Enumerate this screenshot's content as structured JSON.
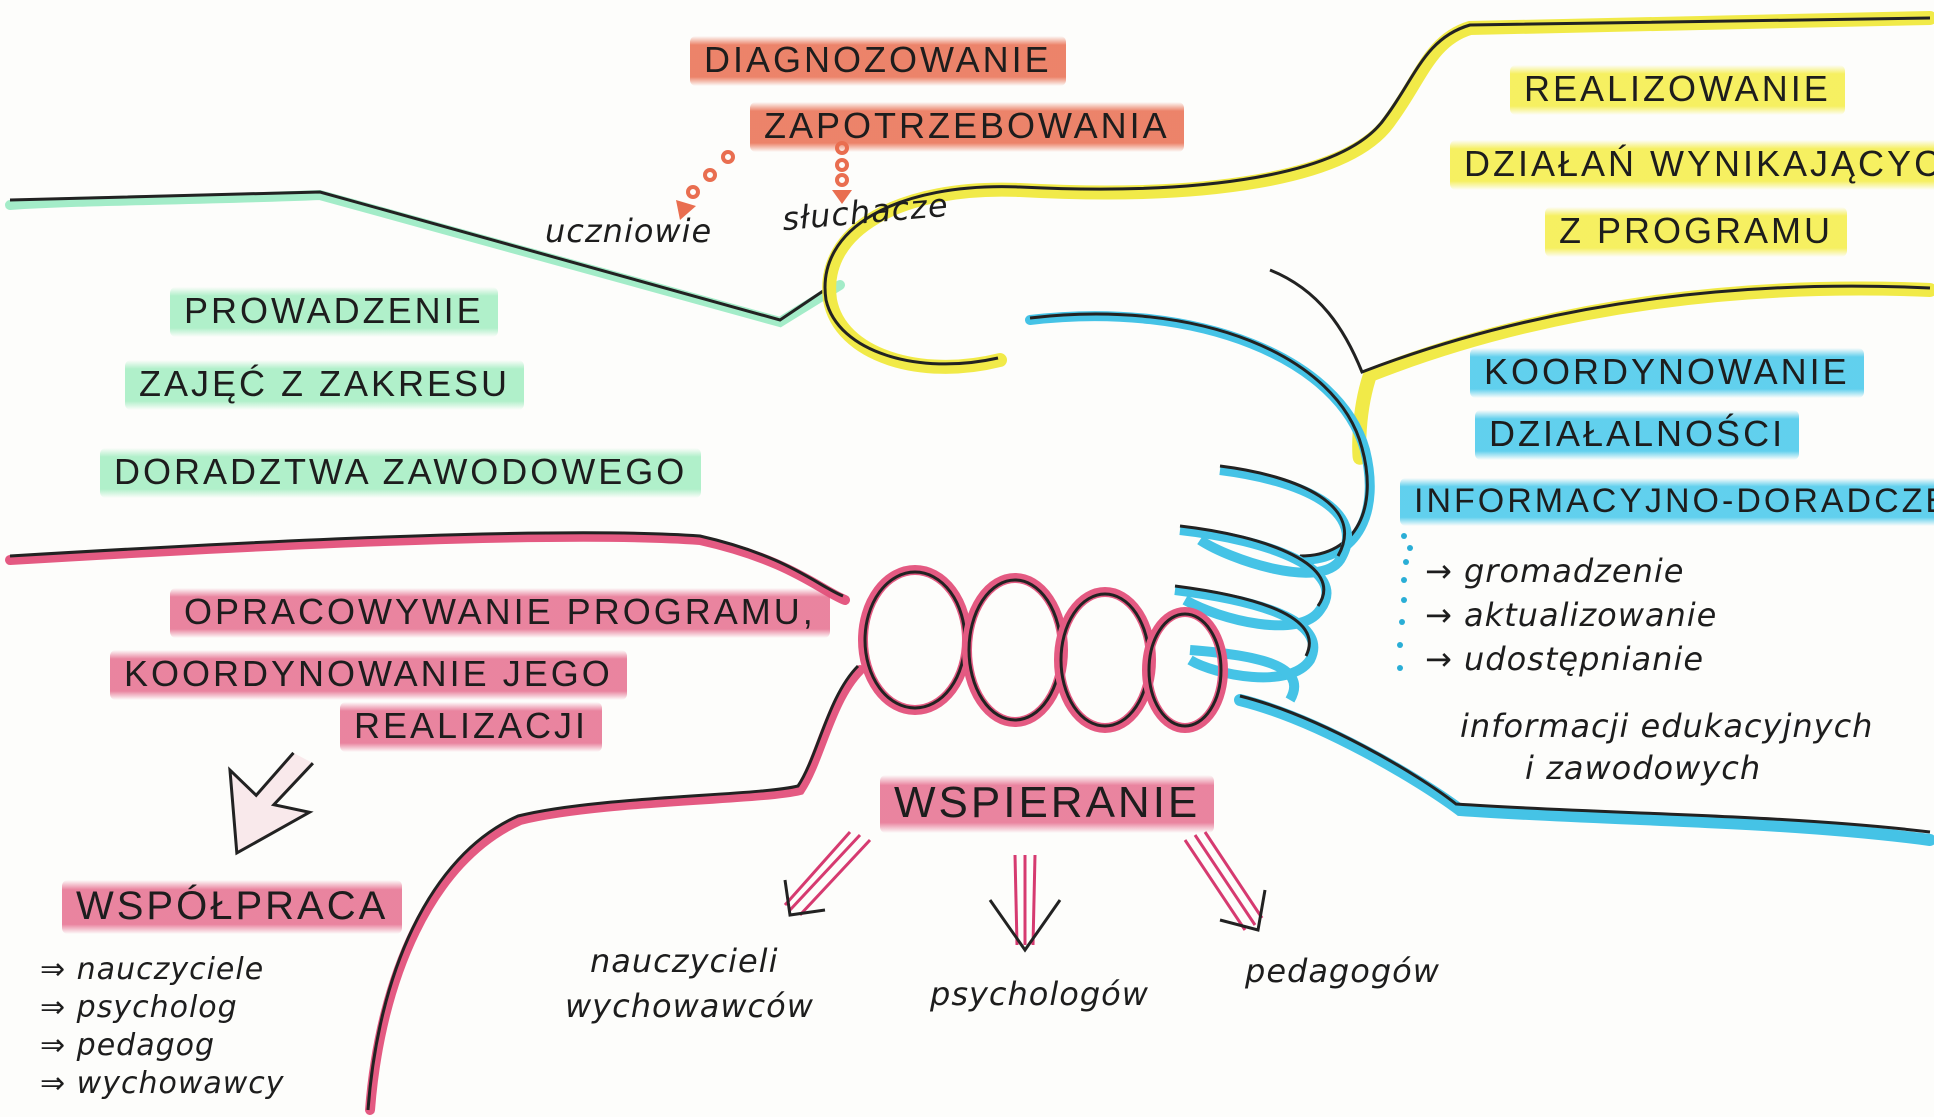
{
  "top": {
    "diag_line1": "DIAGNOZOWANIE",
    "diag_line2": "ZAPOTRZEBOWANIA",
    "target1": "uczniowie",
    "target2": "słuchacze"
  },
  "right_top": {
    "line1": "REALIZOWANIE",
    "line2": "DZIAŁAŃ WYNIKAJĄCYCH",
    "line3": "Z PROGRAMU"
  },
  "left_top": {
    "line1": "PROWADZENIE",
    "line2": "ZAJĘĆ Z ZAKRESU",
    "line3": "DORADZTWA ZAWODOWEGO"
  },
  "right_mid": {
    "line1": "KOORDYNOWANIE",
    "line2": "DZIAŁALNOŚCI",
    "line3": "INFORMACYJNO-DORADCZEJ",
    "items": [
      "→ gromadzenie",
      "→ aktualizowanie",
      "→ udostępnianie"
    ],
    "tail1": "informacji edukacyjnych",
    "tail2": "i zawodowych"
  },
  "left_mid": {
    "line1": "OPRACOWYWANIE PROGRAMU,",
    "line2": "KOORDYNOWANIE JEGO",
    "line3": "REALIZACJI"
  },
  "cooperation": {
    "title": "WSPÓŁPRACA",
    "items": [
      "⇒ nauczyciele",
      "⇒ psycholog",
      "⇒ pedagog",
      "⇒ wychowawcy"
    ]
  },
  "support": {
    "title": "WSPIERANIE",
    "target1_line1": "nauczycieli",
    "target1_line2": "wychowawców",
    "target2": "psychologów",
    "target3": "pedagogów"
  },
  "colors": {
    "ink": "#1d1d1d",
    "orange": "#e96e50",
    "yellow": "#f5ee50",
    "green": "#96ebb9",
    "blue": "#46c8eb",
    "pink": "#e15078"
  }
}
